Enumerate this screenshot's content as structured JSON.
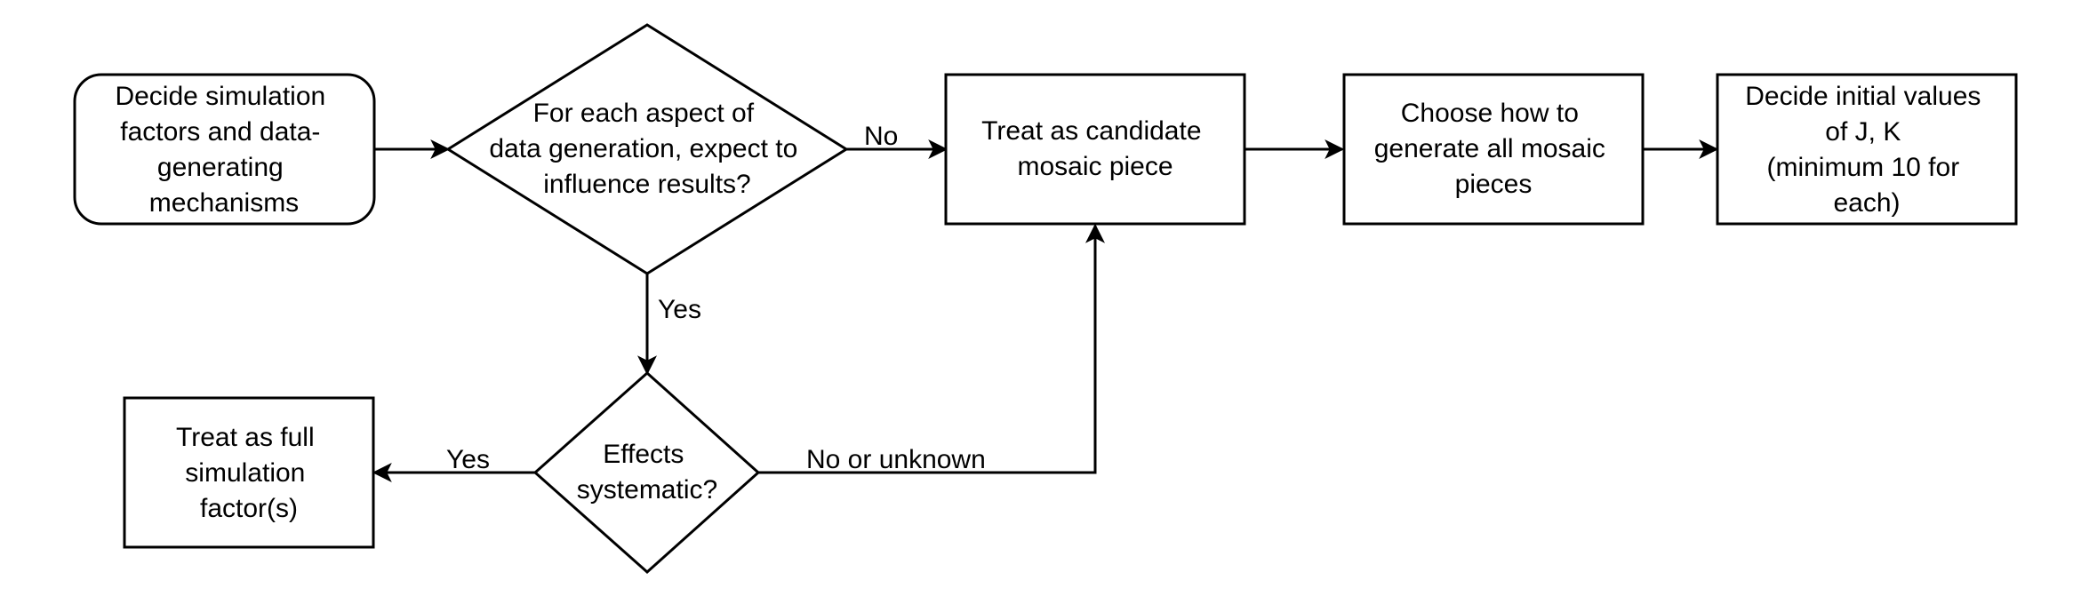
{
  "nodes": {
    "start": {
      "lines": [
        "Decide simulation",
        "factors and data-",
        "generating",
        "mechanisms"
      ]
    },
    "decision1": {
      "lines": [
        "For each aspect of",
        "data generation, expect to",
        "influence results?"
      ]
    },
    "candidate": {
      "lines": [
        "Treat as candidate",
        "mosaic piece"
      ]
    },
    "choose": {
      "lines": [
        "Choose how to",
        "generate all mosaic",
        "pieces"
      ]
    },
    "initial": {
      "lines": [
        "Decide initial values",
        "of J, K",
        "(minimum 10 for",
        "each)"
      ]
    },
    "decision2": {
      "lines": [
        "Effects",
        "systematic?"
      ]
    },
    "full": {
      "lines": [
        "Treat as full",
        "simulation",
        "factor(s)"
      ]
    }
  },
  "edge_labels": {
    "d1_no": "No",
    "d1_yes": "Yes",
    "d2_yes": "Yes",
    "d2_no": "No or unknown"
  },
  "colors": {
    "stroke": "#000000",
    "fill": "#ffffff",
    "text": "#000000"
  }
}
